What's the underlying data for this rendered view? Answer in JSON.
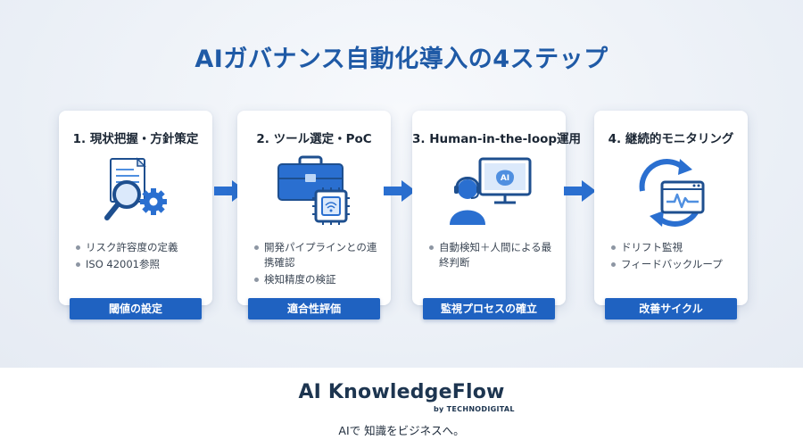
{
  "title": "AIガバナンス自動化導入の4ステップ",
  "steps": [
    {
      "title": "1. 現状把握・方針策定",
      "icon": "document-magnifier-gear-icon",
      "bullets": [
        "リスク許容度の定義",
        "ISO 42001参照"
      ],
      "badge": "閾値の設定"
    },
    {
      "title": "2. ツール選定・PoC",
      "icon": "toolbox-chip-icon",
      "bullets": [
        "開発パイプラインとの連携確認",
        "検知精度の検証"
      ],
      "badge": "適合性評価"
    },
    {
      "title": "3. Human-in-the-loop運用",
      "icon": "operator-monitor-ai-icon",
      "icon_text": "AI",
      "bullets": [
        "自動検知＋人間による最終判断"
      ],
      "badge": "監視プロセスの確立"
    },
    {
      "title": "4. 継続的モニタリング",
      "icon": "cycle-monitor-icon",
      "bullets": [
        "ドリフト監視",
        "フィードバックループ"
      ],
      "badge": "改善サイクル"
    }
  ],
  "brand": {
    "name": "AI KnowledgeFlow",
    "by": "by TECHNODIGITAL",
    "tagline": "AIで 知識をビジネスへ。"
  },
  "colors": {
    "accent": "#1f62c1",
    "title": "#1f5aa6",
    "icon_dark": "#1e4f8f",
    "icon_light": "#4f8fe0"
  }
}
